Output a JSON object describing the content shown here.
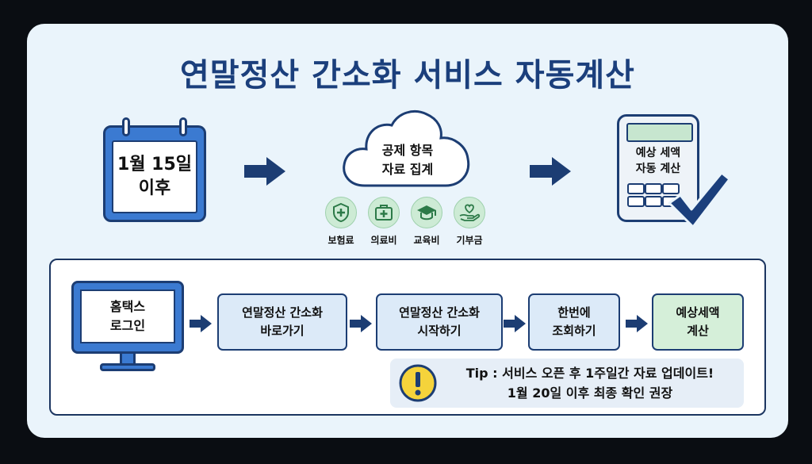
{
  "title": "연말정산 간소화 서비스 자동계산",
  "top_flow": {
    "calendar": {
      "line1": "1월 15일",
      "line2": "이후"
    },
    "cloud": {
      "line1": "공제 항목",
      "line2": "자료 집계"
    },
    "deduction_items": [
      {
        "label": "보험료",
        "icon": "shield-plus-icon"
      },
      {
        "label": "의료비",
        "icon": "medical-kit-icon"
      },
      {
        "label": "교육비",
        "icon": "graduation-cap-icon"
      },
      {
        "label": "기부금",
        "icon": "heart-hand-icon"
      }
    ],
    "calculator": {
      "line1": "예상 세액",
      "line2": "자동 계산"
    }
  },
  "steps": {
    "login": {
      "line1": "홈택스",
      "line2": "로그인"
    },
    "step2": {
      "line1": "연말정산 간소화",
      "line2": "바로가기"
    },
    "step3": {
      "line1": "연말정산 간소화",
      "line2": "시작하기"
    },
    "step4": {
      "line1": "한번에",
      "line2": "조회하기"
    },
    "step5": {
      "line1": "예상세액",
      "line2": "계산"
    }
  },
  "tip": {
    "line1": "Tip : 서비스 오픈 후 1주일간 자료 업데이트!",
    "line2": "1월 20일 이후 최종 확인 권장"
  },
  "colors": {
    "navy": "#1c3d73",
    "title": "#1b3f7c",
    "blue": "#3b7ad1",
    "step_fill": "#dceaf8",
    "green_fill": "#d5efd9",
    "warning": "#f5d33b"
  }
}
